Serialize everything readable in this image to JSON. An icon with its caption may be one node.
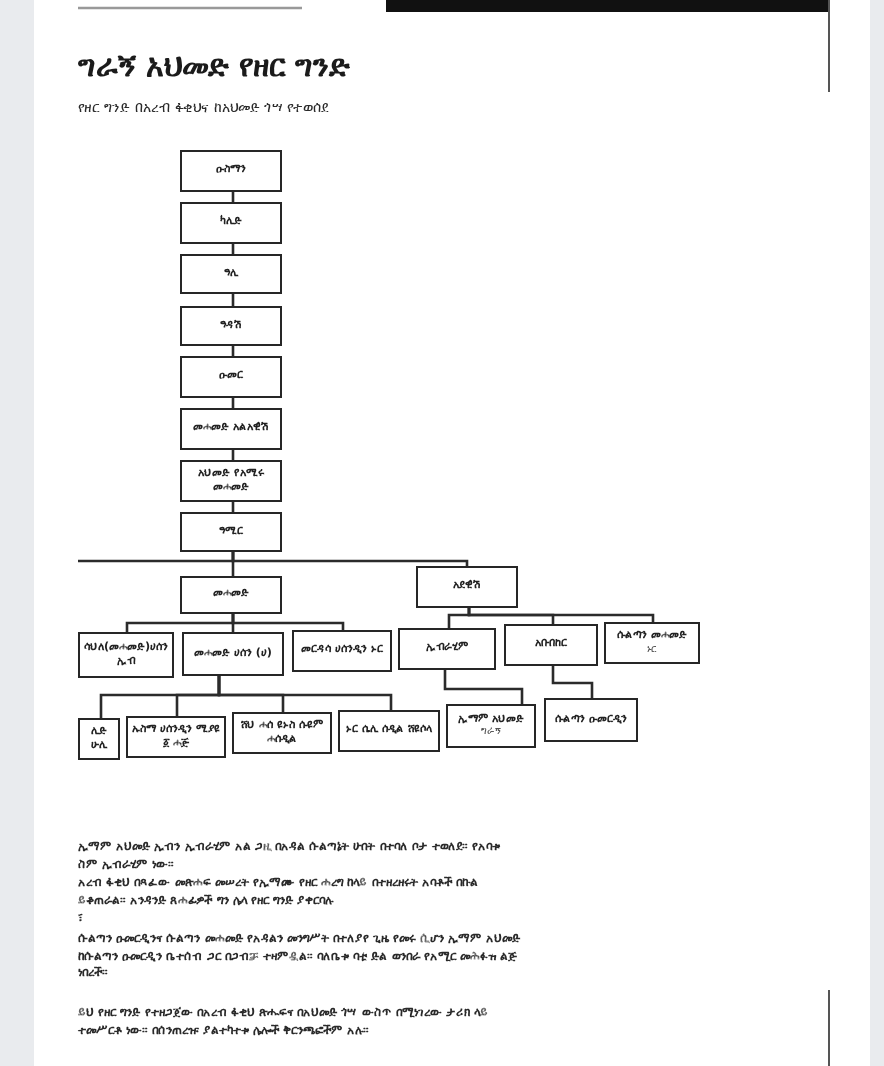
{
  "diagram": {
    "title": "ግራኝ አህመድ የዘር ግንድ",
    "nodes": [
      {
        "text": [
          "ዑስማን"
        ]
      },
      {
        "text": [
          "ካሊድ"
        ]
      },
      {
        "text": [
          "ዓሊ"
        ]
      },
      {
        "text": [
          "ዓዳሽ"
        ]
      },
      {
        "text": [
          "ዑመር"
        ]
      },
      {
        "text": [
          "መሐመድ አልአዊሽ"
        ]
      },
      {
        "text": [
          "አህመድ የአሚሩ መሐመድ"
        ]
      },
      {
        "text": [
          "ዓሚር"
        ]
      },
      {
        "text": [
          "መሐመድ"
        ]
      },
      {
        "text": [
          "አደዊሽ"
        ]
      },
      {
        "text": [
          "ሳህለ(መሐመድ)ሀሰን ኢብ"
        ]
      },
      {
        "text": [
          "መሐመድ ሀሰን (ሀ)"
        ]
      },
      {
        "text": [
          "መርዳሳ ሀሰንዲን ኑር"
        ]
      },
      {
        "text": [
          "ኢብራሂም"
        ]
      },
      {
        "text": [
          "አቡበከር"
        ]
      },
      {
        "text": [
          "ሱልጣን መሐመድ",
          "ኑር"
        ]
      },
      {
        "text": [
          "ሊድ ሁሊ"
        ]
      },
      {
        "text": [
          "ኡስማ ሀሰንዲን ሚያዩ ፩ ሐጅ"
        ]
      },
      {
        "text": [
          "ሸህ ሐሰ ዩኑስ ሱዩም ሐሰዲል"
        ]
      },
      {
        "text": [
          "ኑር ሴሊ ሰዲል ሸዩሶላ"
        ]
      },
      {
        "text": [
          "ኢማም አህመድ",
          "ግራኝ"
        ]
      },
      {
        "text": [
          "ሱልጣን ዑመርዲን"
        ]
      }
    ],
    "edges": [
      {
        "from": 0,
        "to": 1,
        "arrow": "none"
      },
      {
        "from": 1,
        "to": 2,
        "arrow": "none"
      },
      {
        "from": 2,
        "to": 3,
        "arrow": "none"
      },
      {
        "from": 3,
        "to": 4,
        "arrow": "none"
      },
      {
        "from": 4,
        "to": 5,
        "arrow": "none"
      },
      {
        "from": 5,
        "to": 6,
        "arrow": "none"
      },
      {
        "from": 6,
        "to": 7,
        "arrow": "none"
      },
      {
        "from": 7,
        "to": 8,
        "arrow": "none"
      },
      {
        "from": 7,
        "to": 9,
        "arrow": "none"
      },
      {
        "from": 7,
        "to": null,
        "arrow": "none"
      },
      {
        "from": 8,
        "to": 10,
        "arrow": "none"
      },
      {
        "from": 8,
        "to": 11,
        "arrow": "none"
      },
      {
        "from": 8,
        "to": 12,
        "arrow": "none"
      },
      {
        "from": 9,
        "to": 13,
        "arrow": "none"
      },
      {
        "from": 9,
        "to": 14,
        "arrow": "none"
      },
      {
        "from": 9,
        "to": 15,
        "arrow": "none"
      },
      {
        "from": 11,
        "to": 16,
        "arrow": "none"
      },
      {
        "from": 11,
        "to": 17,
        "arrow": "none"
      },
      {
        "from": 11,
        "to": 18,
        "arrow": "none"
      },
      {
        "from": 11,
        "to": 19,
        "arrow": "none"
      },
      {
        "from": 13,
        "to": 20,
        "arrow": "none"
      },
      {
        "from": 14,
        "to": 21,
        "arrow": "none"
      }
    ],
    "labels": [
      "የዘር ግንድ በአረብ ፋቂህና ከአህመድ ጎሣ የተወሰደ",
      "ኢማም አህመድ ኢብን ኢብራሂም አል ጋዚ በአዳል ሱልጣኔት ሁበት በተባለ ቦታ ተወለደ። የአባቱ ስም ኢብራሂም ነው።",
      "አረብ ፋቂህ በጻፈው መጽሐፍ መሠረት የኢማሙ የዘር ሐረግ ከላይ በተዘረዘሩት አባቶች በኩል ይቆጠራል። አንዳንድ ጸሐፊዎች ግን ሌላ የዘር ግንድ ያቀርባሉ",
      "፣",
      "ሱልጣን ዑመርዲንና ሱልጣን መሐመድ የአዳልን መንግሥት በተለያየ ጊዜ የመሩ ሲሆን ኢማም አህመድ ከሱልጣን ዑመርዲን ቤተሰብ ጋር በጋብቻ ተዛምዷል። ባለቤቱ ባቲ ድል ወንበራ የአሚር መሕፉዝ ልጅ ነበረች።",
      "ይህ የዘር ግንድ የተዘጋጀው በአረብ ፋቂህ ጽሑፍና በአህመድ ጎሣ ውስጥ በሚነገረው ታሪክ ላይ ተመሥርቶ ነው። በሰንጠረዡ ያልተካተቱ ሌሎች ቅርንጫፎችም አሉ።"
    ]
  }
}
